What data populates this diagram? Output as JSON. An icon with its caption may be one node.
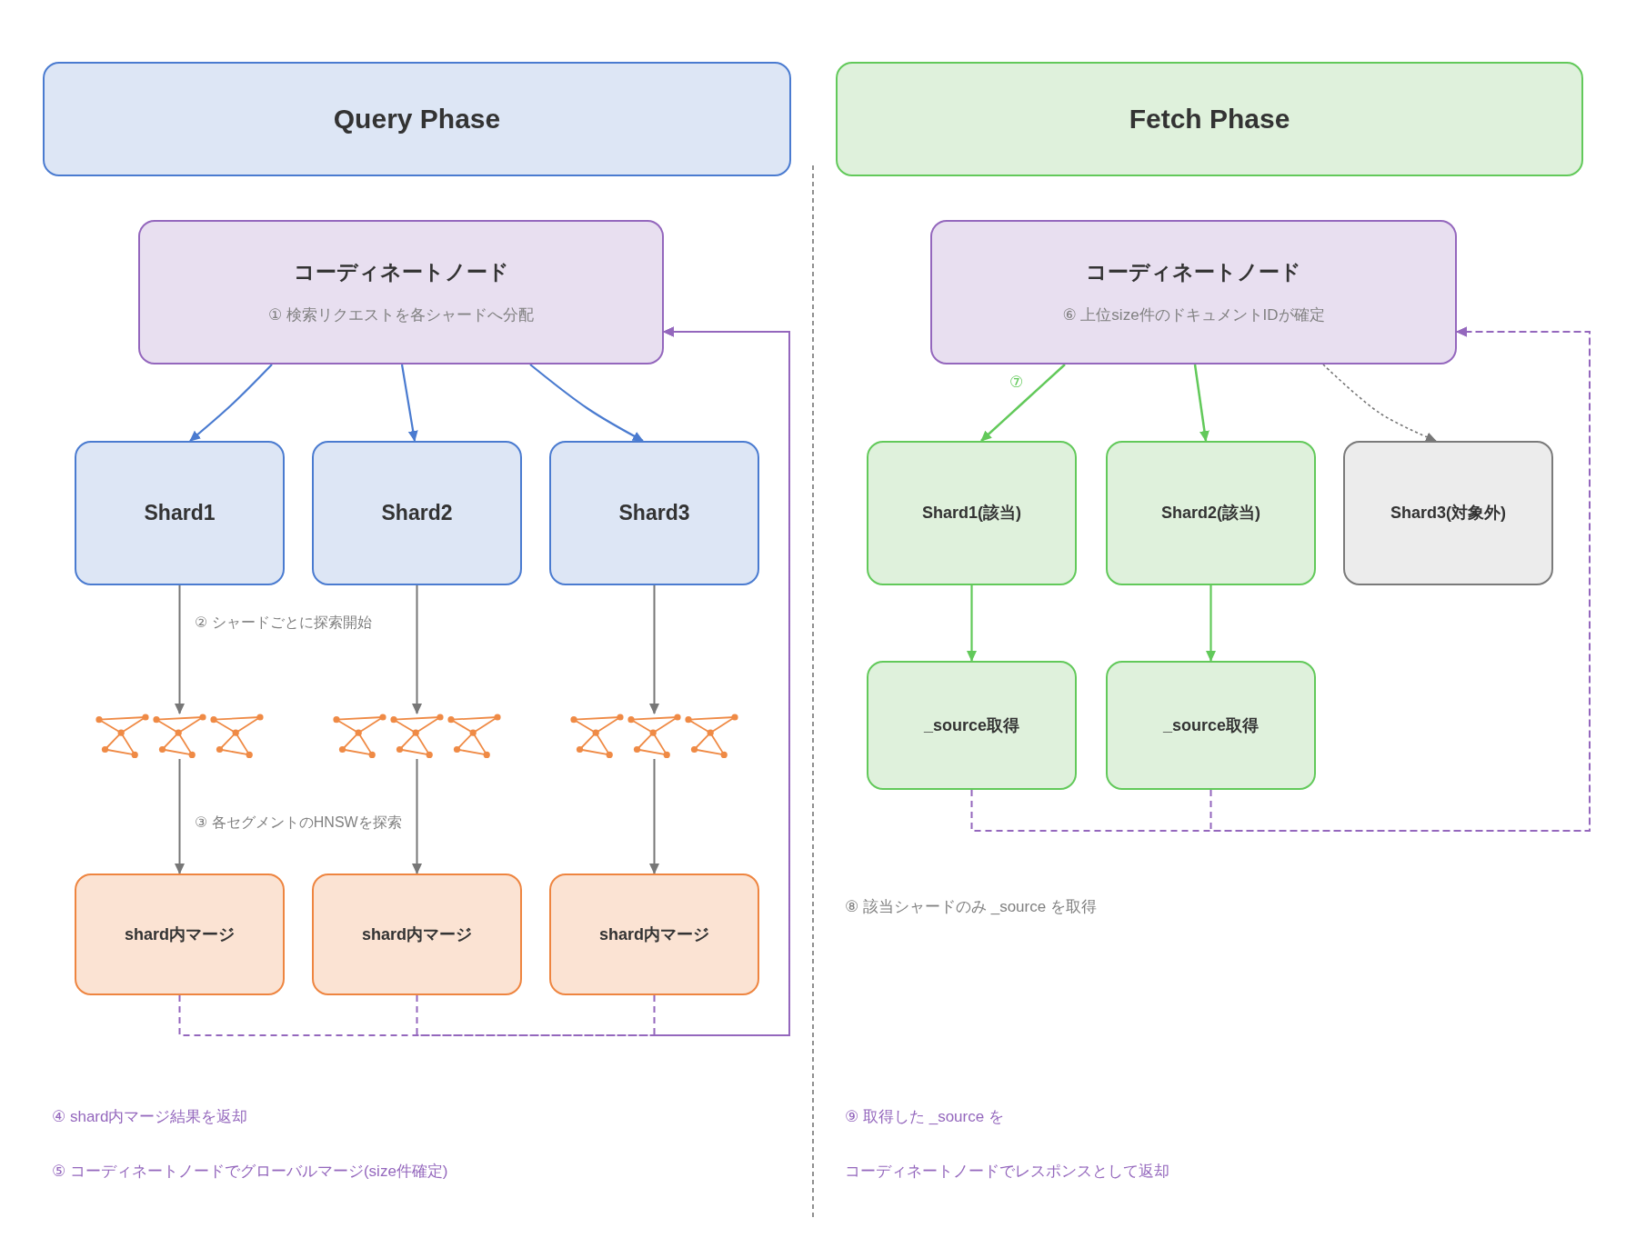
{
  "diagram": {
    "nodes": [
      {
        "text": [
          "Query Phase"
        ]
      },
      {
        "text": [
          "Fetch Phase"
        ]
      },
      {
        "text": [
          "コーディネートノード",
          "① 検索リクエストを各シャードへ分配"
        ]
      },
      {
        "text": [
          "Shard1"
        ]
      },
      {
        "text": [
          "Shard2"
        ]
      },
      {
        "text": [
          "Shard3"
        ]
      },
      {
        "text": [],
        "shape": "picture"
      },
      {
        "text": [],
        "shape": "picture"
      },
      {
        "text": [],
        "shape": "picture"
      },
      {
        "text": [
          "shard内マージ"
        ]
      },
      {
        "text": [
          "shard内マージ"
        ]
      },
      {
        "text": [
          "shard内マージ"
        ]
      },
      {
        "text": [
          "コーディネートノード",
          "⑥ 上位size件のドキュメントIDが確定"
        ]
      },
      {
        "text": [
          "Shard1(該当)"
        ]
      },
      {
        "text": [
          "Shard2(該当)"
        ]
      },
      {
        "text": [
          "Shard3(対象外)"
        ]
      },
      {
        "text": [
          "_source取得"
        ]
      },
      {
        "text": [
          "_source取得"
        ]
      }
    ],
    "edges": [
      {
        "from": 2,
        "to": 3,
        "arrow": "to",
        "color": "#4a7bd0"
      },
      {
        "from": 2,
        "to": 4,
        "arrow": "to",
        "color": "#4a7bd0"
      },
      {
        "from": 2,
        "to": 5,
        "arrow": "to",
        "color": "#4a7bd0"
      },
      {
        "from": 3,
        "to": 6,
        "arrow": "to"
      },
      {
        "from": 4,
        "to": 7,
        "arrow": "to"
      },
      {
        "from": 5,
        "to": 8,
        "arrow": "to"
      },
      {
        "from": 6,
        "to": 9,
        "arrow": "to"
      },
      {
        "from": 7,
        "to": 10,
        "arrow": "to"
      },
      {
        "from": 8,
        "to": 11,
        "arrow": "to"
      },
      {
        "from": 9,
        "to": 2,
        "arrow": "to",
        "style": "dashed",
        "color": "#9467bd"
      },
      {
        "from": 10,
        "to": 2,
        "arrow": "to",
        "style": "dashed",
        "color": "#9467bd"
      },
      {
        "from": 11,
        "to": 2,
        "arrow": "to",
        "style": "dashed",
        "color": "#9467bd"
      },
      {
        "from": 12,
        "to": 13,
        "arrow": "to",
        "label": "⑦",
        "color": "#62c95a"
      },
      {
        "from": 12,
        "to": 14,
        "arrow": "to",
        "color": "#62c95a"
      },
      {
        "from": 12,
        "to": 15,
        "arrow": "to",
        "style": "dashed"
      },
      {
        "from": 13,
        "to": 16,
        "arrow": "to",
        "color": "#62c95a"
      },
      {
        "from": 14,
        "to": 17,
        "arrow": "to",
        "color": "#62c95a"
      },
      {
        "from": 16,
        "to": 12,
        "arrow": "to",
        "style": "dashed",
        "color": "#9467bd"
      },
      {
        "from": 17,
        "to": 12,
        "arrow": "to",
        "style": "dashed",
        "color": "#9467bd"
      }
    ],
    "labels": [
      "② シャードごとに探索開始",
      "③ 各セグメントのHNSWを探索",
      "④ shard内マージ結果を返却",
      "⑤ コーディネートノードでグローバルマージ(size件確定)",
      "⑧ 該当シャードのみ _source を取得",
      "⑨ 取得した _source を",
      "コーディネートノードでレスポンスとして返却"
    ]
  }
}
